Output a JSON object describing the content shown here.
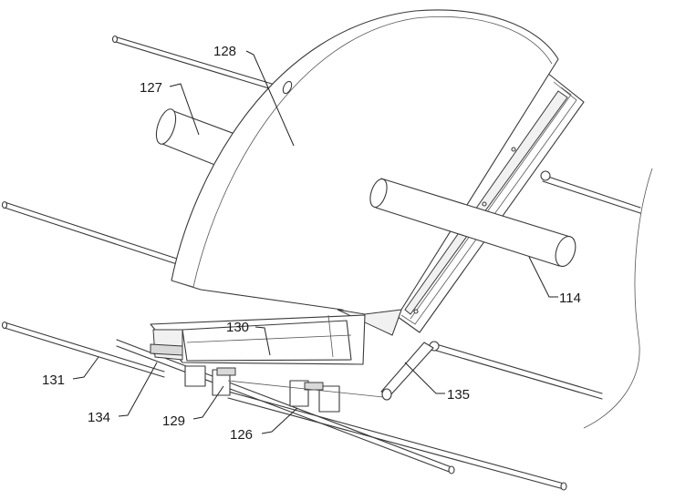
{
  "labels": {
    "l128": "128",
    "l127": "127",
    "l114": "114",
    "l130": "130",
    "l131": "131",
    "l134": "134",
    "l129": "129",
    "l126": "126",
    "l135": "135"
  }
}
